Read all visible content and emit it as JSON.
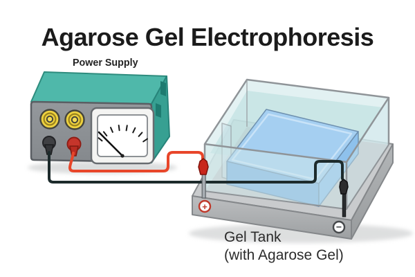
{
  "title": "Agarose Gel Electrophoresis",
  "power_supply": {
    "label": "Power Supply"
  },
  "gel_tank": {
    "label_line1": "Gel Tank",
    "label_line2": "(with Agarose Gel)",
    "positive_symbol": "+",
    "negative_symbol": "−"
  },
  "icons": {
    "analog_meter": "dial-with-needle-and-tick-arc",
    "positive_terminal": "+",
    "negative_terminal": "−"
  },
  "colors": {
    "power_supply_top": "#4fb8aa",
    "power_supply_side": "#37a092",
    "power_supply_front": "#8e9296",
    "terminal_yellow": "#eed23f",
    "wire_positive": "#e8462a",
    "wire_negative": "#1d2b2c",
    "electrode_positive": "#c8271c",
    "electrode_negative": "#2c2c2e",
    "gel_top": "#a5cff1",
    "gel_front": "#7fb3e3",
    "glass_tint": "#d6ecee",
    "base_gray": "#c9cbcd",
    "badge_positive": "#c0392b",
    "badge_negative": "#45484b",
    "title_text": "#1b1b1b"
  }
}
